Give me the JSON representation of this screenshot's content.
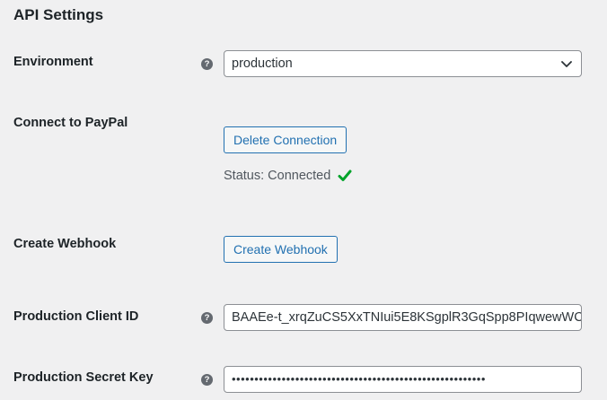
{
  "section": {
    "title": "API Settings"
  },
  "environment": {
    "label": "Environment",
    "help_icon": "?",
    "value": "production",
    "icon": "chevron-down-icon"
  },
  "connect": {
    "label": "Connect to PayPal",
    "button_label": "Delete Connection",
    "status_text": "Status: Connected",
    "status_icon": "check-icon",
    "status_color": "#00a32a"
  },
  "webhook": {
    "label": "Create Webhook",
    "button_label": "Create Webhook"
  },
  "client_id": {
    "label": "Production Client ID",
    "help_icon": "?",
    "value": "BAAEe-t_xrqZuCS5XxTNIui5E8KSgplR3GqSpp8PIqwewWC"
  },
  "secret_key": {
    "label": "Production Secret Key",
    "help_icon": "?",
    "value": "••••••••••••••••••••••••••••••••••••••••••••••••••••••••"
  },
  "colors": {
    "background": "#f0f0f1",
    "accent": "#2271b1",
    "text": "#1d2327",
    "success": "#00a32a"
  }
}
